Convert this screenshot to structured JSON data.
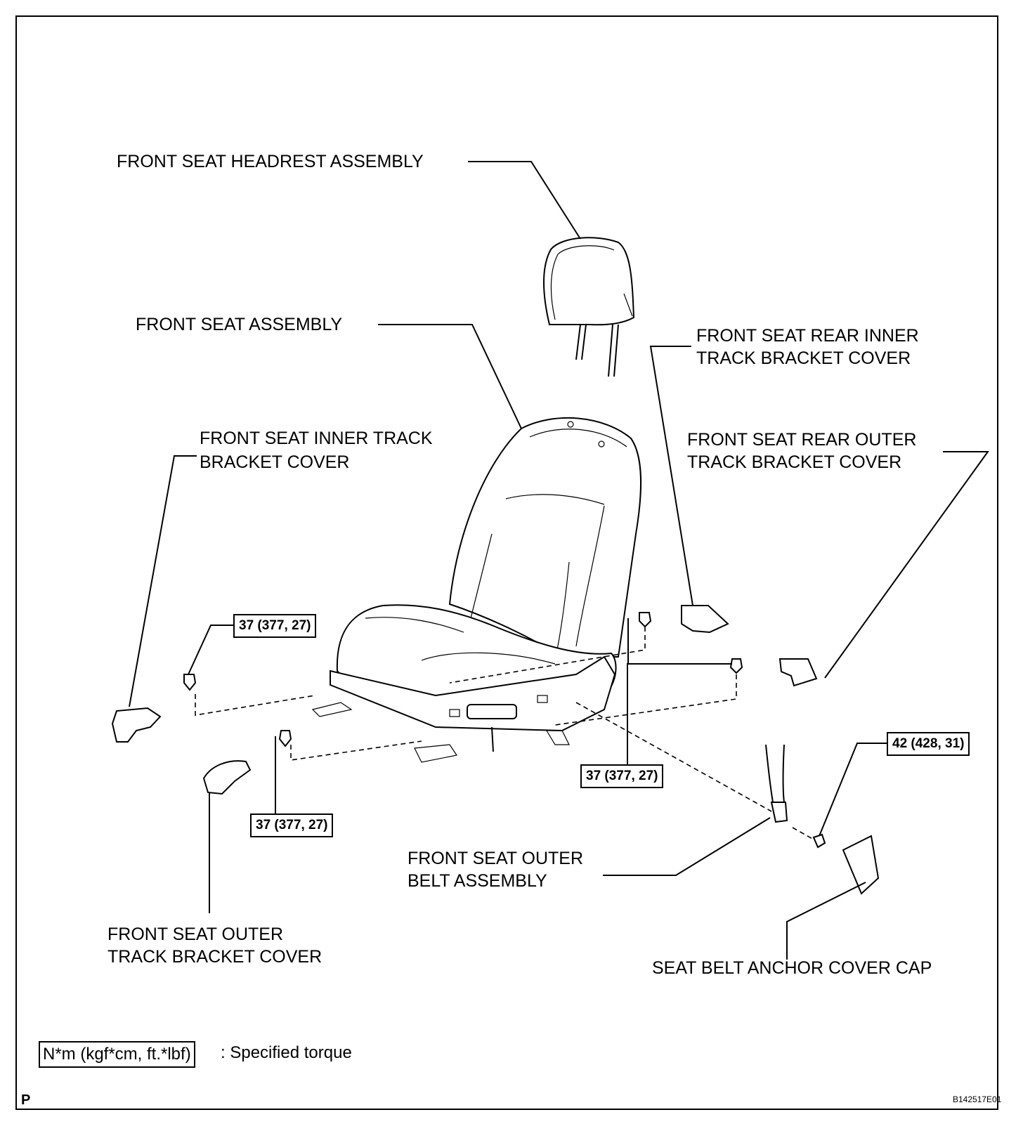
{
  "labels": {
    "headrest": "FRONT SEAT HEADREST ASSEMBLY",
    "seat": "FRONT SEAT ASSEMBLY",
    "rear_inner": [
      "FRONT SEAT REAR INNER",
      "TRACK BRACKET COVER"
    ],
    "rear_outer": [
      "FRONT SEAT REAR OUTER",
      "TRACK BRACKET COVER"
    ],
    "inner_track": [
      "FRONT SEAT INNER TRACK",
      "BRACKET COVER"
    ],
    "outer_track": [
      "FRONT SEAT OUTER",
      "TRACK BRACKET COVER"
    ],
    "outer_belt": [
      "FRONT SEAT OUTER",
      "BELT ASSEMBLY"
    ],
    "anchor_cap": "SEAT BELT ANCHOR COVER CAP"
  },
  "torques": {
    "left_bolt": "37 (377, 27)",
    "front_bolt": "37 (377, 27)",
    "right_bolts": "37 (377, 27)",
    "belt_bolt": "42 (428, 31)"
  },
  "legend": {
    "unit": "N*m (kgf*cm, ft.*lbf)",
    "description": ": Specified torque"
  },
  "corner_marks": {
    "left": "P",
    "right": "B142517E01"
  }
}
